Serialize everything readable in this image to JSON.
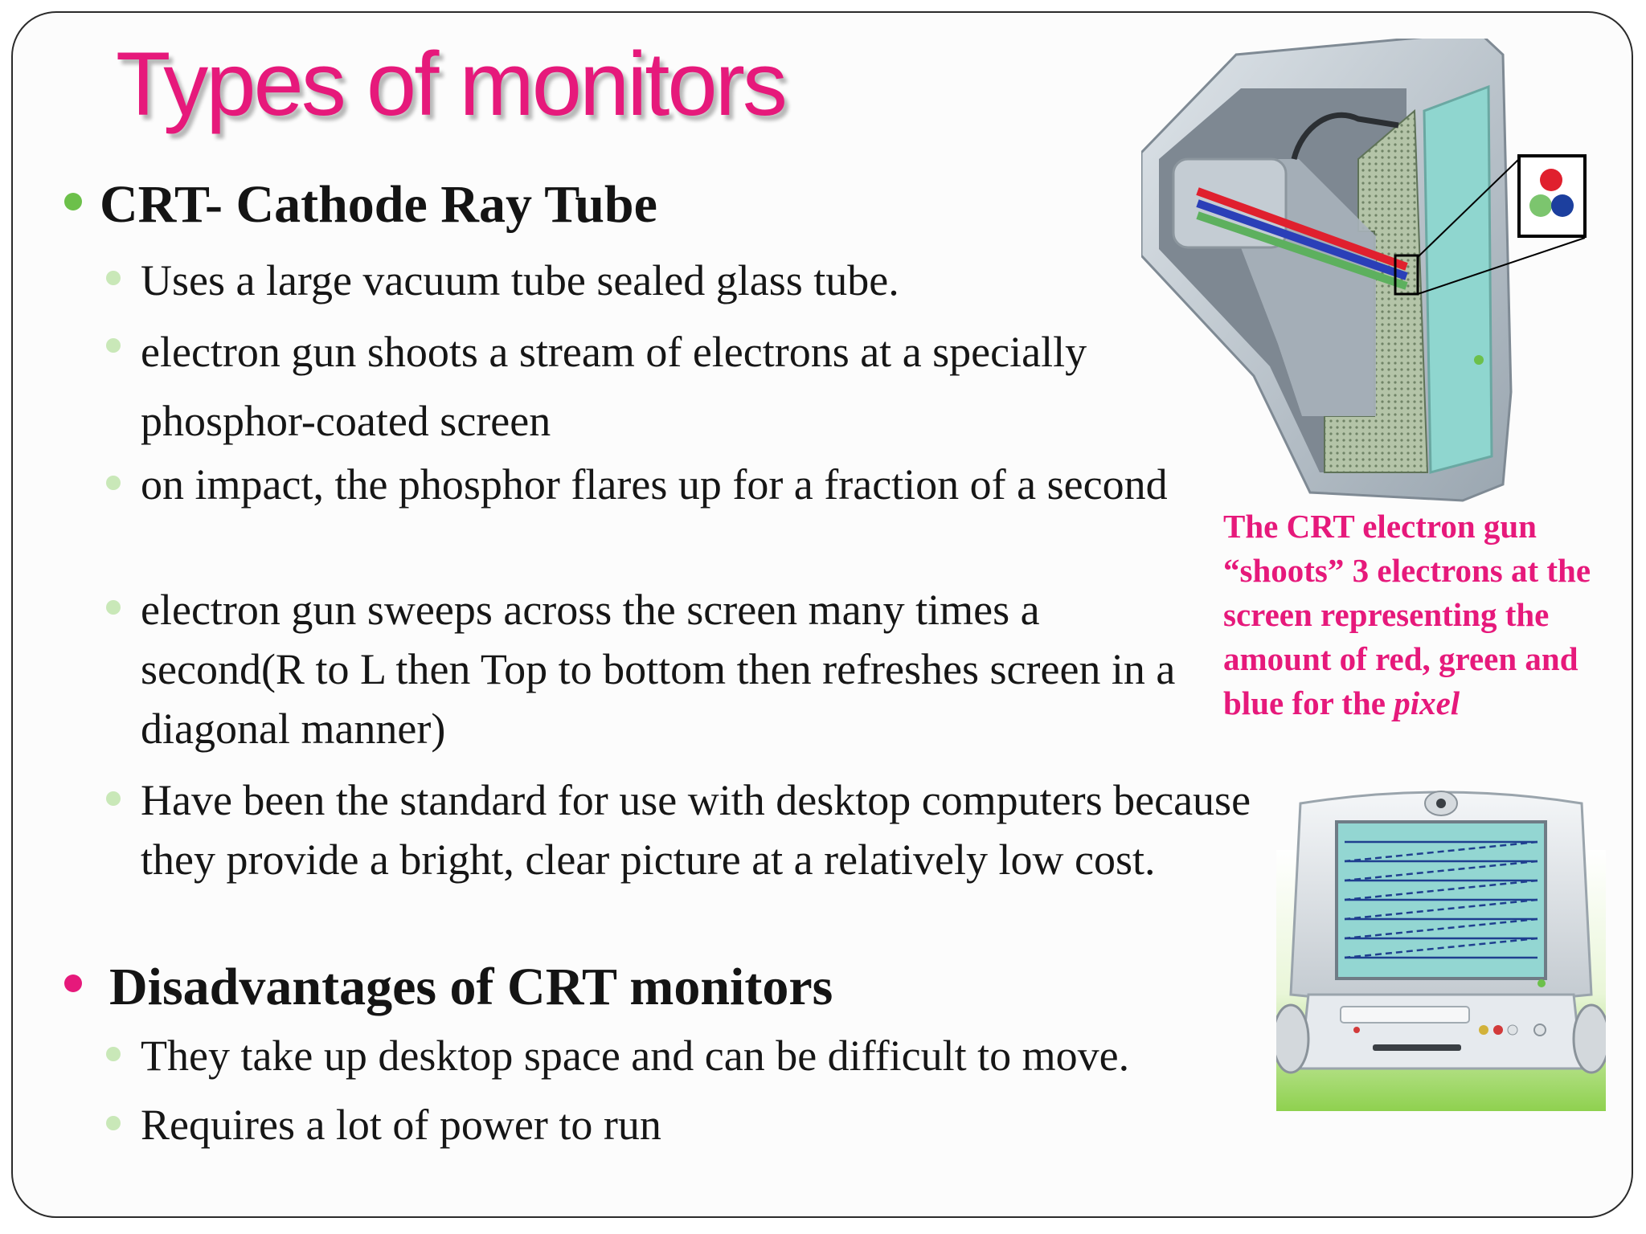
{
  "slide": {
    "title": "Types of monitors",
    "sections": [
      {
        "heading": "CRT- Cathode Ray Tube",
        "bullets": [
          "Uses a large vacuum tube sealed glass tube.",
          "electron gun shoots a stream of electrons at a specially phosphor-coated screen",
          "on impact, the phosphor flares up for a fraction of a second",
          "electron gun sweeps across the screen many times a second(R to L then Top to bottom then refreshes screen in a diagonal manner)",
          "Have been the standard for use with desktop computers because they provide a bright, clear picture at a relatively low cost."
        ]
      },
      {
        "heading": "Disadvantages of CRT monitors",
        "bullets": [
          "They take up desktop space and can be difficult to move.",
          "Requires a lot of power to run"
        ]
      }
    ],
    "caption": {
      "text": "The CRT electron gun “shoots” 3 electrons at the screen representing the amount of red, green and blue for the",
      "emphasis": "pixel"
    },
    "colors": {
      "title": "#e6197b",
      "bullet_primary": "#6cc04a",
      "bullet_secondary": "#e6197b",
      "bullet_sub": "#c9e8b8",
      "caption": "#e6197b"
    }
  }
}
